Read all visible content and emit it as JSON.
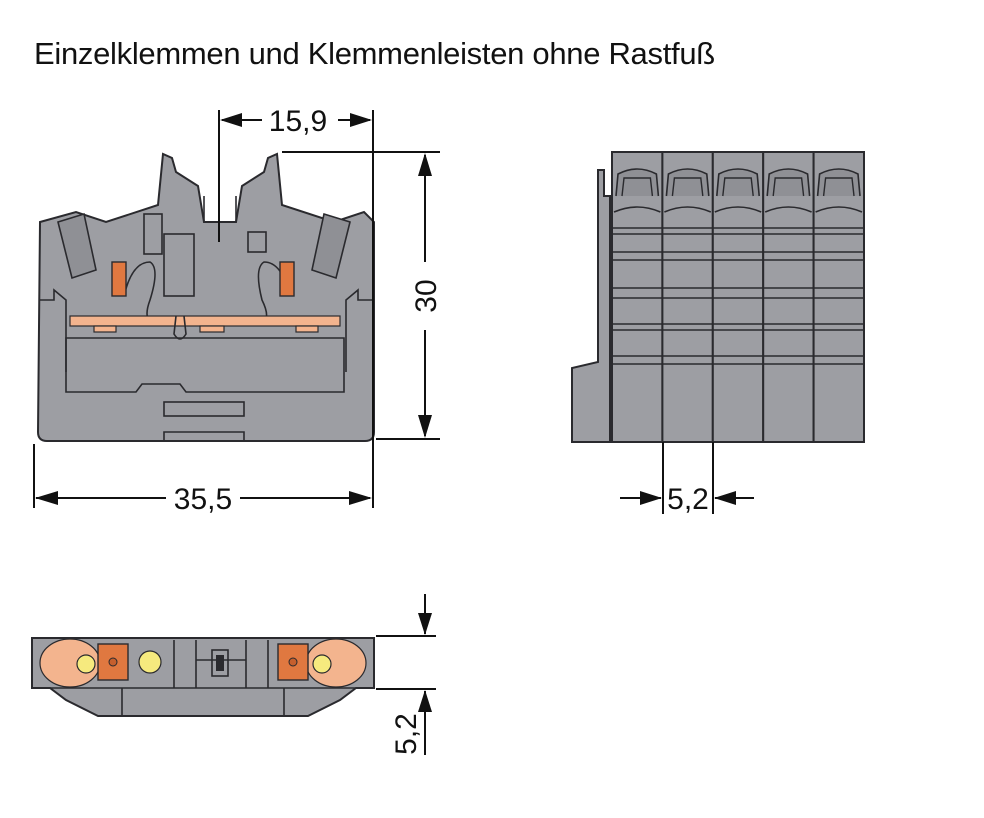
{
  "title": "Einzelklemmen und Klemmenleisten ohne Rastfuß",
  "dimensions": {
    "top_width": "15,9",
    "height": "30",
    "total_width": "35,5",
    "pitch_side": "5,2",
    "pitch_bottom": "5,2"
  },
  "colors": {
    "housing": "#9d9ea3",
    "outline": "#2a2a2e",
    "actuator": "#e07840",
    "busbar": "#f3b48e",
    "entry_marker": "#f6ea7e"
  },
  "side_view_modules": 5
}
